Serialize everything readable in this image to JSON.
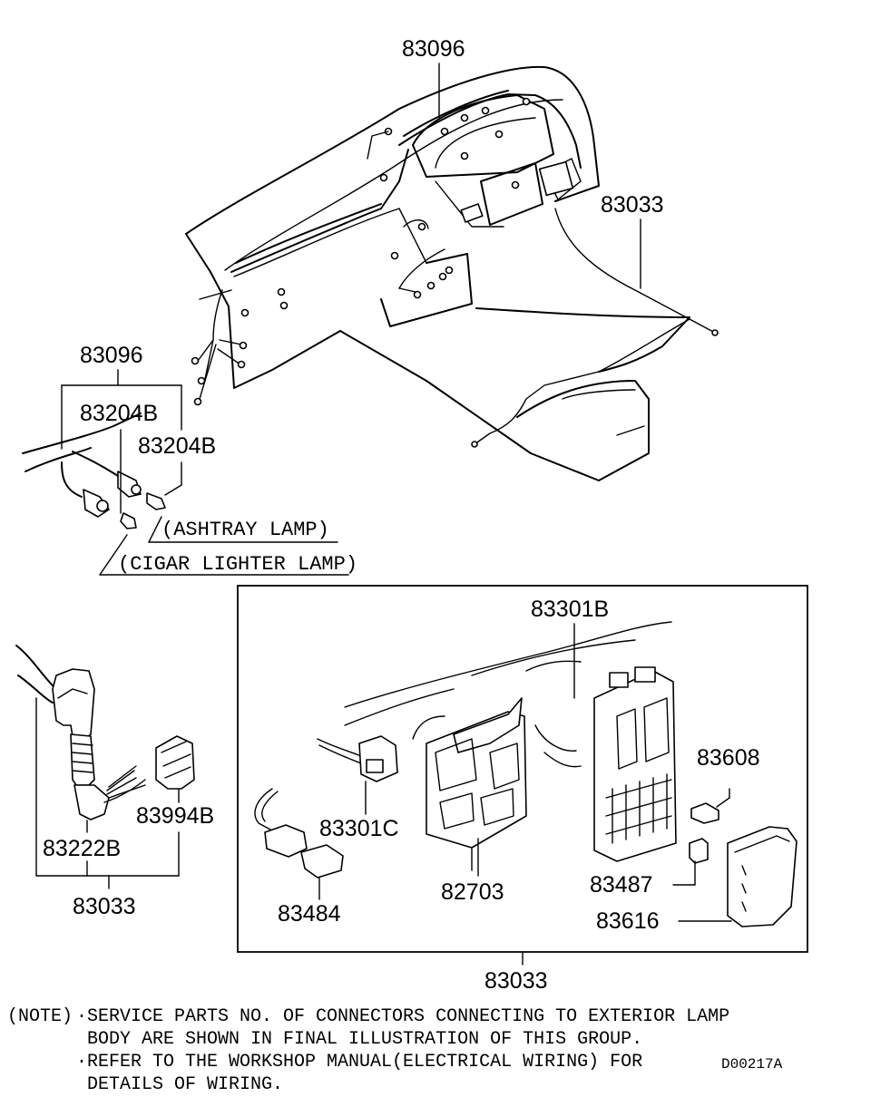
{
  "callouts": {
    "top_harness": "83096",
    "floor_harness": "83033",
    "lamp_group": "83096",
    "cigar_bulb": "83204B",
    "ashtray_bulb": "83204B",
    "ashtray_label": "(ASHTRAY LAMP)",
    "cigar_label": "(CIGAR LIGHTER LAMP)",
    "grommet": "83222B",
    "connector_left": "83994B",
    "left_group": "83033",
    "junction_block": "83301B",
    "relay_connector": "83301C",
    "relay_right": "83608",
    "small_relay": "83487",
    "cover": "83616",
    "connector_low": "83484",
    "bracket_block": "82703",
    "box_group": "83033"
  },
  "notes": {
    "prefix": "(NOTE)",
    "line1": "·SERVICE PARTS NO. OF CONNECTORS CONNECTING TO EXTERIOR LAMP",
    "line2": "BODY ARE SHOWN IN FINAL ILLUSTRATION OF THIS GROUP.",
    "line3": "·REFER TO THE WORKSHOP MANUAL(ELECTRICAL WIRING) FOR",
    "line4": "DETAILS OF WIRING."
  },
  "drawing_code": "D00217A"
}
